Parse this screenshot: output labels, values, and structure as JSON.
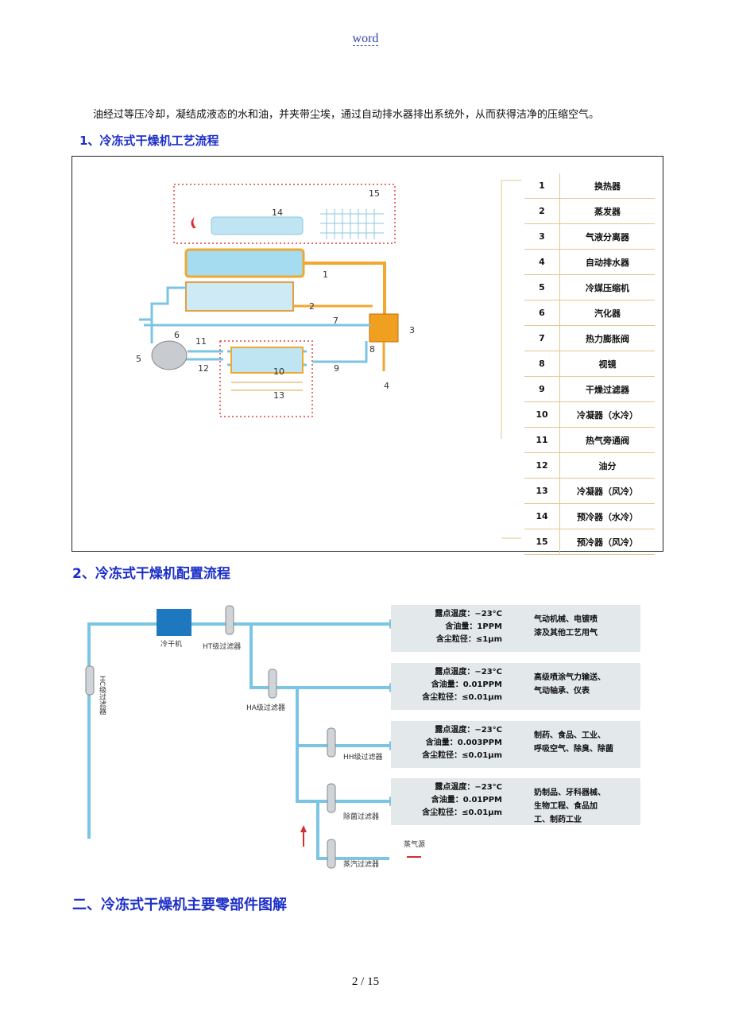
{
  "header": {
    "title": "word"
  },
  "intro": "油经过等压冷却，凝结成液态的水和油，并夹带尘埃，通过自动排水器排出系统外，从而获得洁净的压缩空气。",
  "section1": {
    "title": "1、冷冻式干燥机工艺流程"
  },
  "legend": [
    {
      "num": "1",
      "name": "换热器"
    },
    {
      "num": "2",
      "name": "蒸发器"
    },
    {
      "num": "3",
      "name": "气液分离器"
    },
    {
      "num": "4",
      "name": "自动排水器"
    },
    {
      "num": "5",
      "name": "冷媒压缩机"
    },
    {
      "num": "6",
      "name": "汽化器"
    },
    {
      "num": "7",
      "name": "热力膨胀阀"
    },
    {
      "num": "8",
      "name": "视镜"
    },
    {
      "num": "9",
      "name": "干燥过滤器"
    },
    {
      "num": "10",
      "name": "冷凝器（水冷）"
    },
    {
      "num": "11",
      "name": "热气旁通阀"
    },
    {
      "num": "12",
      "name": "油分"
    },
    {
      "num": "13",
      "name": "冷凝器（风冷）"
    },
    {
      "num": "14",
      "name": "预冷器（水冷）"
    },
    {
      "num": "15",
      "name": "预冷器（风冷）"
    }
  ],
  "diagram_numbers": [
    "1",
    "2",
    "3",
    "4",
    "5",
    "6",
    "7",
    "8",
    "9",
    "10",
    "11",
    "12",
    "13",
    "14",
    "15"
  ],
  "section2": {
    "title": "2、冷冻式干燥机配置流程"
  },
  "config": {
    "dryer_label": "冷干机",
    "filters": {
      "hc": "HC级过滤器",
      "ht": "HT级过滤器",
      "ha": "HA级过滤器",
      "hh": "HH级过滤器",
      "sterile": "除菌过滤器",
      "steam": "蒸汽过滤器"
    },
    "steam_source": "蒸气源",
    "outputs": [
      {
        "dew": "露点温度：−23°C",
        "oil": "含油量：1PPM",
        "dust": "含尘粒径：≤1μm",
        "use1": "气动机械、电镀喷",
        "use2": "漆及其他工艺用气",
        "use3": ""
      },
      {
        "dew": "露点温度：−23°C",
        "oil": "含油量：0.01PPM",
        "dust": "含尘粒径：≤0.01μm",
        "use1": "高级喷涂气力输送、",
        "use2": "气动轴承、仪表",
        "use3": ""
      },
      {
        "dew": "露点温度：−23°C",
        "oil": "含油量：0.003PPM",
        "dust": "含尘粒径：≤0.01μm",
        "use1": "制药、食品、工业、",
        "use2": "呼吸空气、除臭、除菌",
        "use3": ""
      },
      {
        "dew": "露点温度：−23°C",
        "oil": "含油量：0.01PPM",
        "dust": "含尘粒径：≤0.01μm",
        "use1": "奶制品、牙科器械、",
        "use2": "生物工程、食品加",
        "use3": "工、制药工业"
      }
    ]
  },
  "section3": {
    "title": "二、冷冻式干燥机主要零部件图解"
  },
  "footer": {
    "page": "2 / 15"
  },
  "colors": {
    "heading": "#1c2fc8",
    "pipe_blue": "#7cc4e4",
    "pipe_orange": "#f0a830",
    "box_bg": "#e3e8ea"
  }
}
